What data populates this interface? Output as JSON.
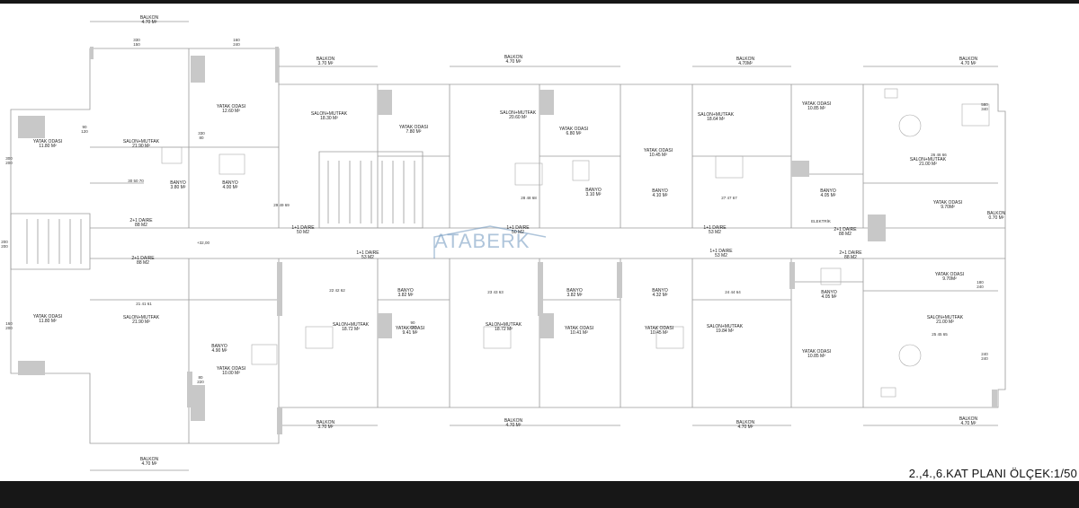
{
  "title": "2.,4.,6.KAT PLANI ÖLÇEK:1/50",
  "watermark": "ATABERK",
  "rooms": [
    {
      "id": "balkon-a",
      "name": "BALKON",
      "area": "4.70 M²"
    },
    {
      "id": "balkon-b",
      "name": "BALKON",
      "area": "3.70 M²"
    },
    {
      "id": "balkon-c",
      "name": "BALKON",
      "area": "4.70 M²"
    },
    {
      "id": "balkon-d",
      "name": "BALKON",
      "area": "4.70M²"
    },
    {
      "id": "balkon-e",
      "name": "BALKON",
      "area": "4.70 M²"
    },
    {
      "id": "yatak-1",
      "name": "YATAK ODASI",
      "area": "12.60 M²"
    },
    {
      "id": "salon-1",
      "name": "SALON+MUTFAK",
      "area": "18.30 M²"
    },
    {
      "id": "salon-2",
      "name": "SALON+MUTFAK",
      "area": "20.60 M²"
    },
    {
      "id": "salon-3",
      "name": "SALON+MUTFAK",
      "area": "18.64 M²"
    },
    {
      "id": "yatak-2",
      "name": "YATAK ODASI",
      "area": "10.85 M²"
    },
    {
      "id": "yatak-3",
      "name": "YATAK ODASI",
      "area": "11.80 M²"
    },
    {
      "id": "salon-4",
      "name": "SALON+MUTFAK",
      "area": "21.90 M²"
    },
    {
      "id": "yatak-4",
      "name": "YATAK ODASI",
      "area": "7.80 M²"
    },
    {
      "id": "yatak-5",
      "name": "YATAK ODASI",
      "area": "6.80 M²"
    },
    {
      "id": "yatak-6",
      "name": "YATAK ODASI",
      "area": "10.45 M²"
    },
    {
      "id": "salon-5",
      "name": "SALON+MUTFAK",
      "area": "21.00 M²"
    },
    {
      "id": "banyo-1",
      "name": "BANYO",
      "area": "3.80 M²"
    },
    {
      "id": "banyo-2",
      "name": "BANYO",
      "area": "4.00 M²"
    },
    {
      "id": "banyo-3",
      "name": "BANYO",
      "area": "3.10 M²"
    },
    {
      "id": "banyo-4",
      "name": "BANYO",
      "area": "4.10 M²"
    },
    {
      "id": "banyo-5",
      "name": "BANYO",
      "area": "4.05 M²"
    },
    {
      "id": "yatak-7",
      "name": "YATAK ODASI",
      "area": "9.70M²"
    },
    {
      "id": "daire-1",
      "name": "2+1 DAIRE",
      "area": "88 M2"
    },
    {
      "id": "daire-2",
      "name": "1+1 DAIRE",
      "area": "50 M2"
    },
    {
      "id": "daire-3",
      "name": "1+1 DAIRE",
      "area": "50 M2"
    },
    {
      "id": "daire-4",
      "name": "1+1 DAIRE",
      "area": "53 M2"
    },
    {
      "id": "daire-5",
      "name": "2+1 DAIRE",
      "area": "88 M2"
    },
    {
      "id": "daire-6",
      "name": "2+1 DAIRE",
      "area": "88 M2"
    },
    {
      "id": "daire-7",
      "name": "1+1 DAIRE",
      "area": "53 M2"
    },
    {
      "id": "daire-8",
      "name": "1+1 DAIRE",
      "area": "53 M2"
    },
    {
      "id": "daire-9",
      "name": "2+1 DAIRE",
      "area": "88 M2"
    },
    {
      "id": "yatak-8",
      "name": "YATAK ODASI",
      "area": "9.70M²"
    },
    {
      "id": "balkon-f",
      "name": "BALKON",
      "area": "0.70 M²"
    },
    {
      "id": "banyo-6",
      "name": "BANYO",
      "area": "3.82 M²"
    },
    {
      "id": "banyo-7",
      "name": "BANYO",
      "area": "3.82 M²"
    },
    {
      "id": "banyo-8",
      "name": "BANYO",
      "area": "4.32 M²"
    },
    {
      "id": "banyo-9",
      "name": "BANYO",
      "area": "4.05 M²"
    },
    {
      "id": "yatak-9",
      "name": "YATAK ODASI",
      "area": "11.80 M²"
    },
    {
      "id": "salon-6",
      "name": "SALON+MUTFAK",
      "area": "21.90 M²"
    },
    {
      "id": "salon-7",
      "name": "SALON+MUTFAK",
      "area": "18.72 M²"
    },
    {
      "id": "salon-8",
      "name": "SALON+MUTFAK",
      "area": "18.72 M²"
    },
    {
      "id": "salon-9",
      "name": "SALON+MUTFAK",
      "area": "19.84 M²"
    },
    {
      "id": "salon-10",
      "name": "SALON+MUTFAK",
      "area": "21.00 M²"
    },
    {
      "id": "yatak-10",
      "name": "YATAK ODASI",
      "area": "9.41 M²"
    },
    {
      "id": "yatak-11",
      "name": "YATAK ODASI",
      "area": "10.41 M²"
    },
    {
      "id": "yatak-12",
      "name": "YATAK ODASI",
      "area": "10.45 M²"
    },
    {
      "id": "banyo-10",
      "name": "BANYO",
      "area": "4.90 M²"
    },
    {
      "id": "yatak-13",
      "name": "YATAK ODASI",
      "area": "10.00 M²"
    },
    {
      "id": "yatak-14",
      "name": "YATAK ODASI",
      "area": "10.85 M²"
    },
    {
      "id": "balkon-g",
      "name": "BALKON",
      "area": "3.70 M²"
    },
    {
      "id": "balkon-h",
      "name": "BALKON",
      "area": "4.70 M²"
    },
    {
      "id": "balkon-i",
      "name": "BALKON",
      "area": "4.70 M²"
    },
    {
      "id": "balkon-j",
      "name": "BALKON",
      "area": "4.70 M²"
    },
    {
      "id": "balkon-k",
      "name": "BALKON",
      "area": "4.70 M²"
    }
  ],
  "dims": [
    {
      "id": "d1",
      "text": "330\n150"
    },
    {
      "id": "d2",
      "text": "160\n240"
    },
    {
      "id": "d3",
      "text": "90\n120"
    },
    {
      "id": "d4",
      "text": "330\n80"
    },
    {
      "id": "d5",
      "text": "300\n200"
    },
    {
      "id": "d6",
      "text": "200\n200"
    },
    {
      "id": "d7",
      "text": "160\n200"
    },
    {
      "id": "d8",
      "text": "580\n340"
    },
    {
      "id": "d9",
      "text": "240\n240"
    },
    {
      "id": "d10",
      "text": "180\n240"
    },
    {
      "id": "d11",
      "text": "90\n220"
    },
    {
      "id": "d12",
      "text": "80\n220"
    },
    {
      "id": "d13",
      "text": "29 49 69"
    },
    {
      "id": "d14",
      "text": "30 50 70"
    },
    {
      "id": "d15",
      "text": "26 46 66"
    },
    {
      "id": "d16",
      "text": "28 48 68"
    },
    {
      "id": "d17",
      "text": "27 47 67"
    },
    {
      "id": "d18",
      "text": "22 42 62"
    },
    {
      "id": "d19",
      "text": "23 43 63"
    },
    {
      "id": "d20",
      "text": "24 44 64"
    },
    {
      "id": "d21",
      "text": "21 41 61"
    },
    {
      "id": "d22",
      "text": "25 45 65"
    },
    {
      "id": "d23",
      "text": "+32,00"
    },
    {
      "id": "d24",
      "text": "ELEKTRİK"
    }
  ]
}
